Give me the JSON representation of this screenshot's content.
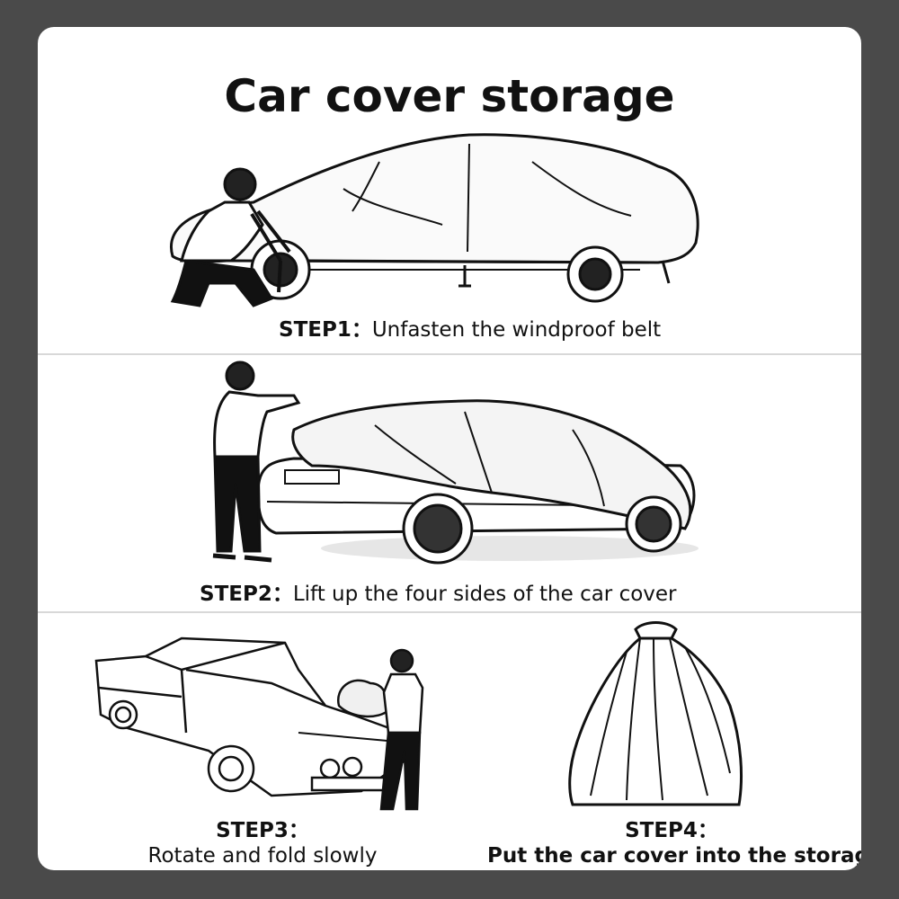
{
  "title": "Car cover storage",
  "steps": [
    {
      "label": "STEP1：",
      "text": "Unfasten the windproof belt"
    },
    {
      "label": "STEP2：",
      "text": "Lift up the four sides of the car cover"
    },
    {
      "label": "STEP3：",
      "text": "Rotate and fold slowly"
    },
    {
      "label": "STEP4：",
      "text": "Put the car cover into the storage bag"
    }
  ],
  "colors": {
    "frame": "#4a4a4a",
    "panel": "#ffffff",
    "ink": "#111111"
  }
}
